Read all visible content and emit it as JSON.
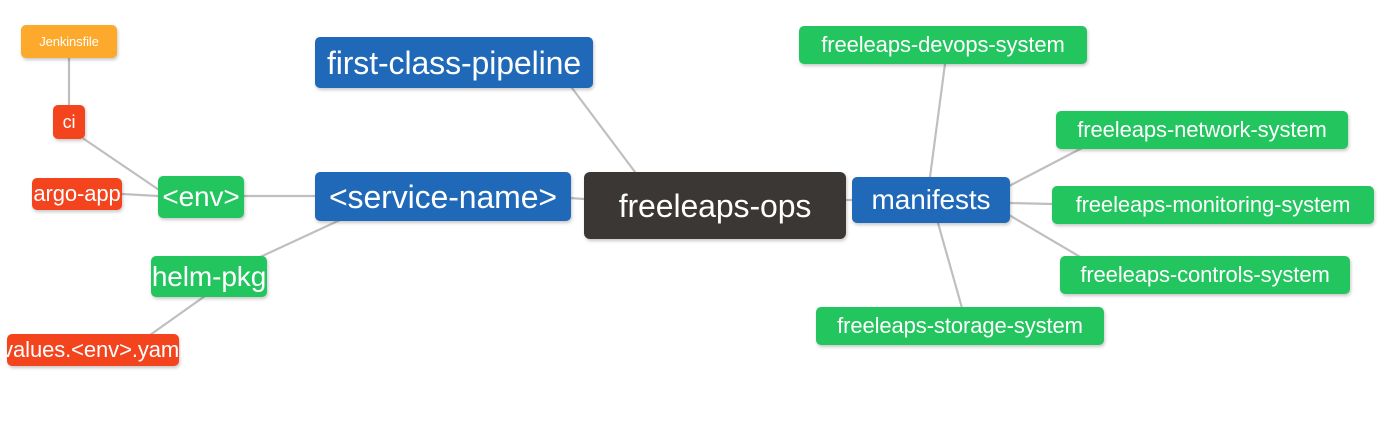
{
  "diagram": {
    "type": "mindmap",
    "title": "freeleaps-ops",
    "background_color": "#ffffff",
    "edge_color": "#bfbfbf",
    "palette": {
      "root": "#3b3734",
      "blue": "#1f69b8",
      "green": "#22c55e",
      "orange": "#fca92c",
      "red": "#f4441e",
      "text": "#ffffff"
    }
  },
  "nodes": {
    "root": {
      "label": "freeleaps-ops",
      "color": "#3b3734"
    },
    "first_class_pipeline": {
      "label": "first-class-pipeline",
      "color": "#1f69b8"
    },
    "service_name": {
      "label": "<service-name>",
      "color": "#1f69b8"
    },
    "manifests": {
      "label": "manifests",
      "color": "#1f69b8"
    },
    "env": {
      "label": "<env>",
      "color": "#22c55e"
    },
    "helm_pkg": {
      "label": "helm-pkg",
      "color": "#22c55e"
    },
    "jenkinsfile": {
      "label": "Jenkinsfile",
      "color": "#fca92c"
    },
    "ci": {
      "label": "ci",
      "color": "#f4441e"
    },
    "argo_app": {
      "label": "argo-app",
      "color": "#f4441e"
    },
    "values_yaml": {
      "label": "values.<env>.yaml",
      "color": "#f4441e"
    },
    "devops_system": {
      "label": "freeleaps-devops-system",
      "color": "#22c55e"
    },
    "network_system": {
      "label": "freeleaps-network-system",
      "color": "#22c55e"
    },
    "monitoring_system": {
      "label": "freeleaps-monitoring-system",
      "color": "#22c55e"
    },
    "controls_system": {
      "label": "freeleaps-controls-system",
      "color": "#22c55e"
    },
    "storage_system": {
      "label": "freeleaps-storage-system",
      "color": "#22c55e"
    }
  },
  "edges": [
    {
      "from": "first_class_pipeline",
      "to": "root"
    },
    {
      "from": "service_name",
      "to": "root"
    },
    {
      "from": "manifests",
      "to": "root"
    },
    {
      "from": "env",
      "to": "service_name"
    },
    {
      "from": "helm_pkg",
      "to": "service_name"
    },
    {
      "from": "ci",
      "to": "env"
    },
    {
      "from": "argo_app",
      "to": "env"
    },
    {
      "from": "jenkinsfile",
      "to": "ci"
    },
    {
      "from": "values_yaml",
      "to": "helm_pkg"
    },
    {
      "from": "devops_system",
      "to": "manifests"
    },
    {
      "from": "network_system",
      "to": "manifests"
    },
    {
      "from": "monitoring_system",
      "to": "manifests"
    },
    {
      "from": "controls_system",
      "to": "manifests"
    },
    {
      "from": "storage_system",
      "to": "manifests"
    }
  ]
}
